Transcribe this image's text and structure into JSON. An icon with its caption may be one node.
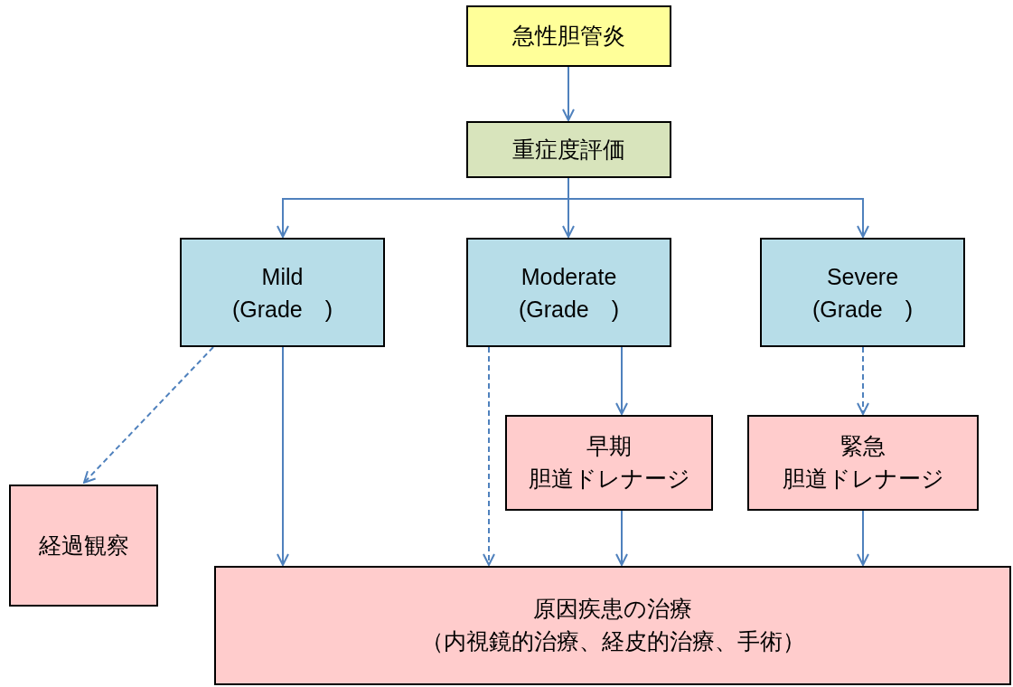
{
  "diagram": {
    "nodes": [
      {
        "text": [
          "急性胆管炎"
        ]
      },
      {
        "text": [
          "重症度評価"
        ]
      },
      {
        "text": [
          "Mild",
          "(Grade　)"
        ]
      },
      {
        "text": [
          "Moderate",
          "(Grade　)"
        ]
      },
      {
        "text": [
          "Severe",
          "(Grade　)"
        ]
      },
      {
        "text": [
          "早期",
          "胆道ドレナージ"
        ]
      },
      {
        "text": [
          "緊急",
          "胆道ドレナージ"
        ]
      },
      {
        "text": [
          "経過観察"
        ]
      },
      {
        "text": [
          "原因疾患の治療",
          "（内視鏡的治療、経皮的治療、手術）"
        ]
      }
    ],
    "edges": [
      {
        "from": 0,
        "to": 1,
        "arrow": "to"
      },
      {
        "from": 1,
        "to": 2,
        "arrow": "to"
      },
      {
        "from": 1,
        "to": 3,
        "arrow": "to"
      },
      {
        "from": 1,
        "to": 4,
        "arrow": "to"
      },
      {
        "from": 2,
        "to": 7,
        "arrow": "to",
        "style": "dashed"
      },
      {
        "from": 2,
        "to": 8,
        "arrow": "to"
      },
      {
        "from": 3,
        "to": 8,
        "arrow": "to",
        "style": "dashed"
      },
      {
        "from": 3,
        "to": 5,
        "arrow": "to"
      },
      {
        "from": 4,
        "to": 6,
        "arrow": "to",
        "style": "dashed"
      },
      {
        "from": 5,
        "to": 8,
        "arrow": "to"
      },
      {
        "from": 6,
        "to": 8,
        "arrow": "to"
      }
    ]
  }
}
